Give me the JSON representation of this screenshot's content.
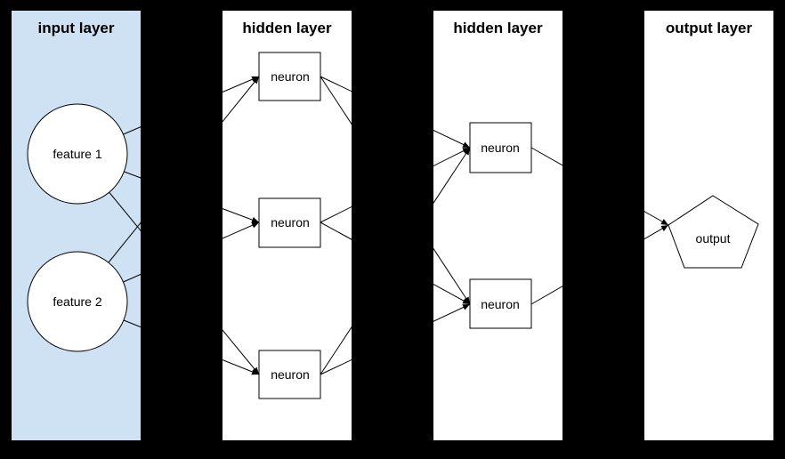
{
  "diagram_type": "neural-network",
  "colors": {
    "background": "#000000",
    "stroke": "#000000",
    "input_panel_fill": "#cfe2f3",
    "panel_fill": "#ffffff",
    "node_fill": "#ffffff",
    "text": "#000000"
  },
  "panels": {
    "input": {
      "title": "input layer"
    },
    "hidden1": {
      "title": "hidden layer"
    },
    "hidden2": {
      "title": "hidden layer"
    },
    "output": {
      "title": "output layer"
    }
  },
  "nodes": {
    "feature1": {
      "label": "feature 1",
      "shape": "circle",
      "layer": "input"
    },
    "feature2": {
      "label": "feature 2",
      "shape": "circle",
      "layer": "input"
    },
    "h1n1": {
      "label": "neuron",
      "shape": "rect",
      "layer": "hidden1"
    },
    "h1n2": {
      "label": "neuron",
      "shape": "rect",
      "layer": "hidden1"
    },
    "h1n3": {
      "label": "neuron",
      "shape": "rect",
      "layer": "hidden1"
    },
    "h2n1": {
      "label": "neuron",
      "shape": "rect",
      "layer": "hidden2"
    },
    "h2n2": {
      "label": "neuron",
      "shape": "rect",
      "layer": "hidden2"
    },
    "out1": {
      "label": "output",
      "shape": "pentagon",
      "layer": "output"
    }
  },
  "edges": [
    {
      "from": "feature1",
      "to": "h1n1"
    },
    {
      "from": "feature1",
      "to": "h1n2"
    },
    {
      "from": "feature1",
      "to": "h1n3"
    },
    {
      "from": "feature2",
      "to": "h1n1"
    },
    {
      "from": "feature2",
      "to": "h1n2"
    },
    {
      "from": "feature2",
      "to": "h1n3"
    },
    {
      "from": "h1n1",
      "to": "h2n1"
    },
    {
      "from": "h1n1",
      "to": "h2n2"
    },
    {
      "from": "h1n2",
      "to": "h2n1"
    },
    {
      "from": "h1n2",
      "to": "h2n2"
    },
    {
      "from": "h1n3",
      "to": "h2n1"
    },
    {
      "from": "h1n3",
      "to": "h2n2"
    },
    {
      "from": "h2n1",
      "to": "out1"
    },
    {
      "from": "h2n2",
      "to": "out1"
    }
  ]
}
